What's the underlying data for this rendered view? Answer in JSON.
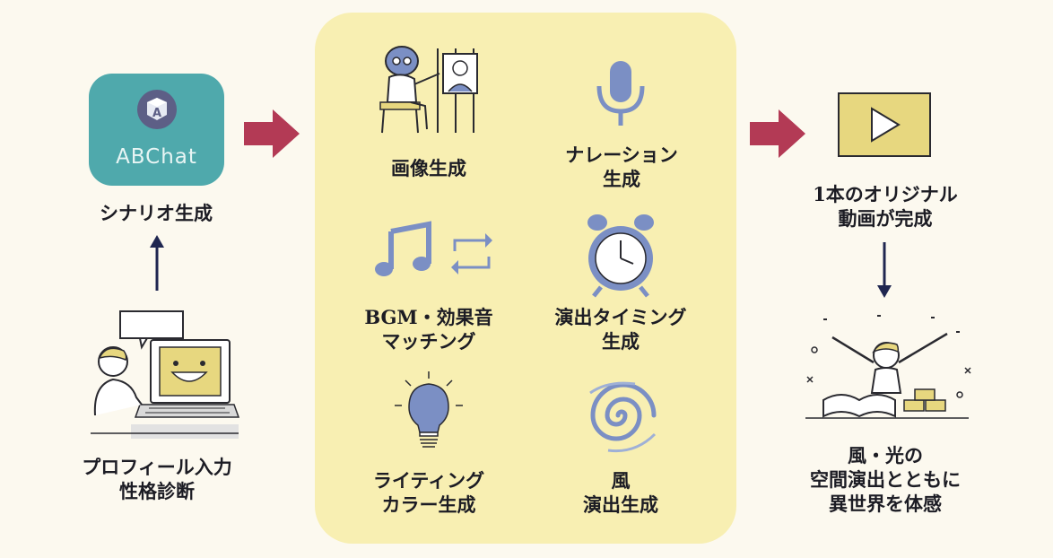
{
  "left": {
    "app_name": "ABChat",
    "scenario_label": "シナリオ生成",
    "input_label_line1": "プロフィール入力",
    "input_label_line2": "性格診断"
  },
  "center": {
    "image_gen": "画像生成",
    "narration_line1": "ナレーション",
    "narration_line2": "生成",
    "bgm_line1": "BGM・効果音",
    "bgm_line2": "マッチング",
    "timing_line1": "演出タイミング",
    "timing_line2": "生成",
    "lighting_line1": "ライティング",
    "lighting_line2": "カラー生成",
    "wind_line1": "風",
    "wind_line2": "演出生成"
  },
  "right": {
    "video_line1": "1本のオリジナル",
    "video_line2": "動画が完成",
    "experience_line1": "風・光の",
    "experience_line2": "空間演出とともに",
    "experience_line3": "異世界を体感"
  },
  "colors": {
    "background": "#fcf9ef",
    "panel": "#f8efb2",
    "app_tile": "#4fa9ac",
    "arrow_red": "#b33a55",
    "arrow_navy": "#1f2650",
    "icon_blue": "#7b8fc4",
    "video_tile": "#e7d77f"
  },
  "icons": [
    "letter-block-icon",
    "robot-painter-icon",
    "microphone-icon",
    "music-note-icon",
    "repeat-icon",
    "alarm-clock-icon",
    "light-bulb-icon",
    "wind-swirl-icon",
    "play-icon",
    "celebrating-person-icon",
    "person-at-laptop-icon"
  ]
}
